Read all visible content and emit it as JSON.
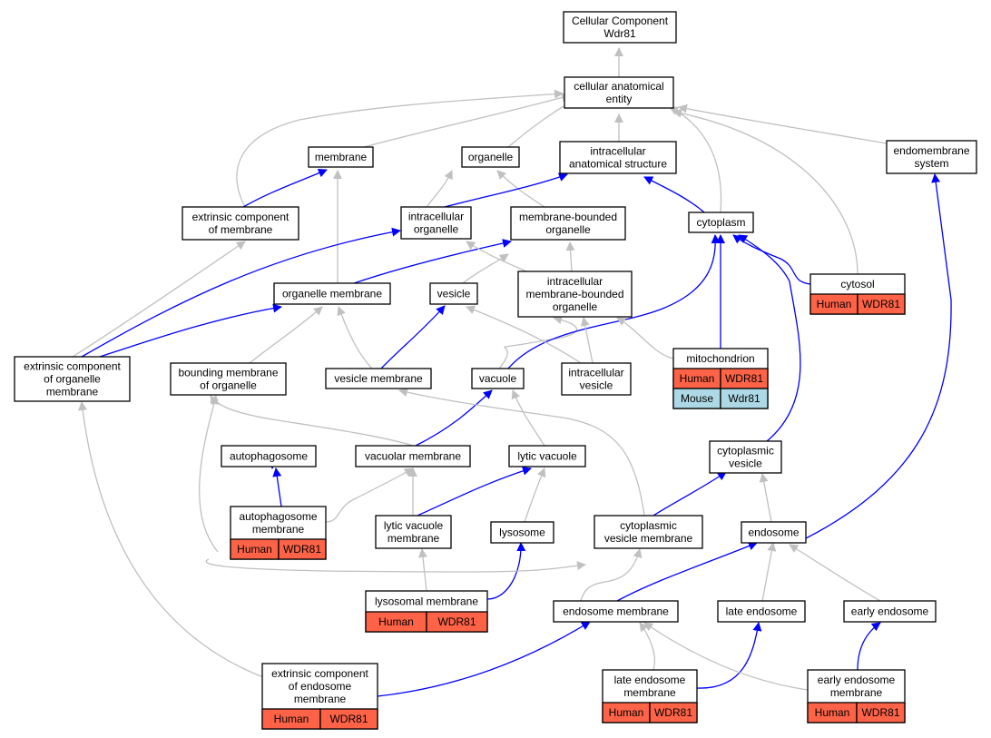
{
  "colors": {
    "human": "#ff6347",
    "mouse": "#add8e6",
    "is_a_edge": "#c0c0c0",
    "part_of_edge": "#0000ff"
  },
  "nodes": {
    "root": [
      "Cellular Component",
      "Wdr81"
    ],
    "cae": [
      "cellular anatomical",
      "entity"
    ],
    "membrane": [
      "membrane"
    ],
    "organelle": [
      "organelle"
    ],
    "ias": [
      "intracellular",
      "anatomical structure"
    ],
    "endomembrane": [
      "endomembrane",
      "system"
    ],
    "ecm": [
      "extrinsic component",
      "of membrane"
    ],
    "io": [
      "intracellular",
      "organelle"
    ],
    "mbo": [
      "membrane-bounded",
      "organelle"
    ],
    "cytoplasm": [
      "cytoplasm"
    ],
    "cytosol": [
      "cytosol"
    ],
    "om": [
      "organelle membrane"
    ],
    "vesicle": [
      "vesicle"
    ],
    "imbo": [
      "intracellular",
      "membrane-bounded",
      "organelle"
    ],
    "ecom": [
      "extrinsic component",
      "of organelle",
      "membrane"
    ],
    "bmo": [
      "bounding membrane",
      "of organelle"
    ],
    "vm": [
      "vesicle membrane"
    ],
    "vacuole": [
      "vacuole"
    ],
    "iv": [
      "intracellular",
      "vesicle"
    ],
    "mito": [
      "mitochondrion"
    ],
    "autophagosome": [
      "autophagosome"
    ],
    "vacm": [
      "vacuolar membrane"
    ],
    "lv": [
      "lytic vacuole"
    ],
    "cv": [
      "cytoplasmic",
      "vesicle"
    ],
    "am": [
      "autophagosome",
      "membrane"
    ],
    "lvm": [
      "lytic vacuole",
      "membrane"
    ],
    "lysosome": [
      "lysosome"
    ],
    "cvm": [
      "cytoplasmic",
      "vesicle membrane"
    ],
    "endosome": [
      "endosome"
    ],
    "lysm": [
      "lysosomal membrane"
    ],
    "em": [
      "endosome membrane"
    ],
    "le": [
      "late endosome"
    ],
    "ee": [
      "early endosome"
    ],
    "ecem": [
      "extrinsic component",
      "of endosome",
      "membrane"
    ],
    "lem": [
      "late endosome",
      "membrane"
    ],
    "eem": [
      "early endosome",
      "membrane"
    ]
  },
  "annotations": {
    "cytosol": [
      {
        "species": "Human",
        "gene": "WDR81"
      }
    ],
    "mito": [
      {
        "species": "Human",
        "gene": "WDR81"
      },
      {
        "species": "Mouse",
        "gene": "Wdr81"
      }
    ],
    "am": [
      {
        "species": "Human",
        "gene": "WDR81"
      }
    ],
    "lysm": [
      {
        "species": "Human",
        "gene": "WDR81"
      }
    ],
    "ecem": [
      {
        "species": "Human",
        "gene": "WDR81"
      }
    ],
    "lem": [
      {
        "species": "Human",
        "gene": "WDR81"
      }
    ],
    "eem": [
      {
        "species": "Human",
        "gene": "WDR81"
      }
    ]
  }
}
